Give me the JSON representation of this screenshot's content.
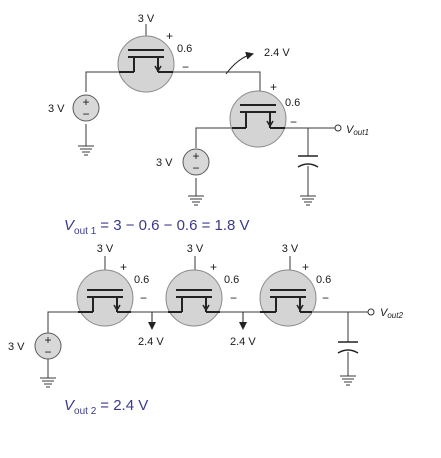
{
  "circuit1": {
    "supply_top": "3 V",
    "supply_left_1": "3 V",
    "supply_left_2": "3 V",
    "vth_1": "0.6",
    "vth_2": "0.6",
    "node_voltage": "2.4 V",
    "vout_main": "V",
    "vout_sub": "out1",
    "plus": "+",
    "minus": "−"
  },
  "equation1": {
    "v": "V",
    "sub": "out 1",
    "rest": "= 3 − 0.6 − 0.6 = 1.8 V"
  },
  "circuit2": {
    "drains": [
      "3 V",
      "3 V",
      "3 V"
    ],
    "vths": [
      "0.6",
      "0.6",
      "0.6"
    ],
    "gate_source": "3 V",
    "node_outputs": [
      "2.4 V",
      "2.4 V"
    ],
    "vout_main": "V",
    "vout_sub": "out2",
    "plus": "+",
    "minus": "−"
  },
  "equation2": {
    "v": "V",
    "sub": "out 2",
    "rest": "= 2.4 V"
  }
}
